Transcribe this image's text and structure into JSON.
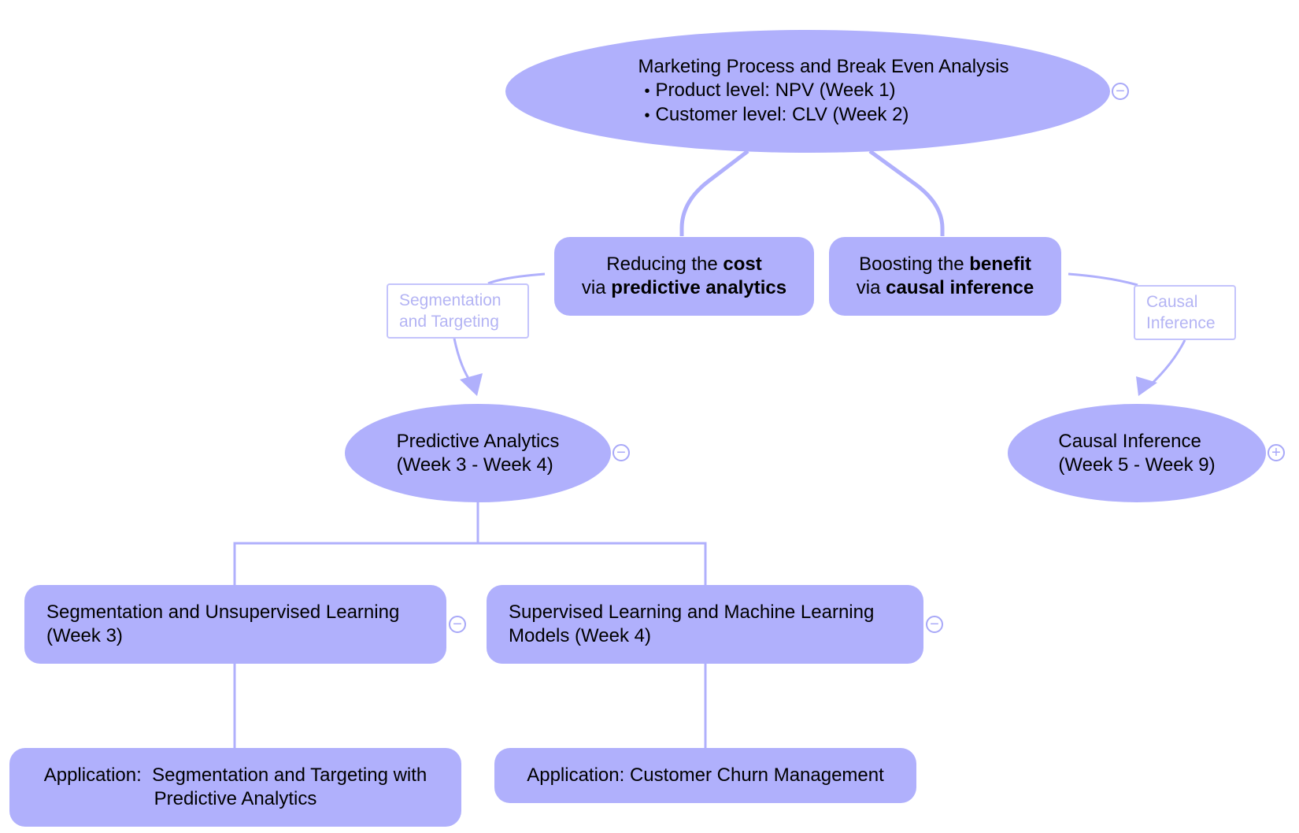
{
  "root": {
    "title": "Marketing Process and Break Even Analysis",
    "bullets": [
      "Product level: NPV (Week 1)",
      "Customer level: CLV (Week 2)"
    ],
    "toggle": "−"
  },
  "branch_cost": {
    "line1_pre": "Reducing the ",
    "line1_bold": "cost",
    "line2_pre": "via ",
    "line2_bold": "predictive analytics"
  },
  "branch_benefit": {
    "line1_pre": "Boosting the ",
    "line1_bold": "benefit",
    "line2_pre": "via ",
    "line2_bold": "causal inference"
  },
  "labels": {
    "segmentation": [
      "Segmentation",
      "and Targeting"
    ],
    "causal": [
      "Causal",
      "Inference"
    ]
  },
  "predictive": {
    "line1": "Predictive Analytics",
    "line2": "(Week 3 - Week 4)",
    "toggle": "−"
  },
  "causal_node": {
    "line1": "Causal Inference",
    "line2": "(Week 5 - Week 9)",
    "toggle": "+"
  },
  "segmentation_node": {
    "line1": "Segmentation and Unsupervised Learning",
    "line2": "(Week 3)",
    "toggle": "−"
  },
  "supervised_node": {
    "line1": "Supervised Learning and Machine Learning",
    "line2": "Models (Week 4)",
    "toggle": "−"
  },
  "app_segmentation": {
    "line1": "Application:  Segmentation and Targeting with",
    "line2": "Predictive Analytics"
  },
  "app_churn": {
    "line1": "Application: Customer Churn Management"
  },
  "colors": {
    "node_fill": "#b0b0fc",
    "connector": "#b0b0fc",
    "label_text": "#b4b4f4",
    "label_border": "#c4c4fc",
    "toggle": "#a8a8f8"
  }
}
